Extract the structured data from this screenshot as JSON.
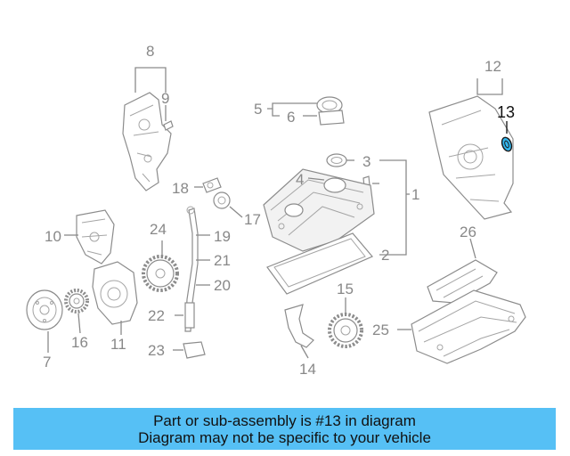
{
  "banner": {
    "line1": "Part or sub-assembly is #13 in diagram",
    "line2": "Diagram may not be specific to your vehicle"
  },
  "highlight_color": "#33b8f0",
  "highlighted_part": "13",
  "callouts": [
    "1",
    "2",
    "3",
    "4",
    "5",
    "6",
    "7",
    "8",
    "9",
    "10",
    "11",
    "12",
    "13",
    "14",
    "15",
    "16",
    "17",
    "18",
    "19",
    "20",
    "21",
    "22",
    "23",
    "24",
    "25",
    "26"
  ]
}
